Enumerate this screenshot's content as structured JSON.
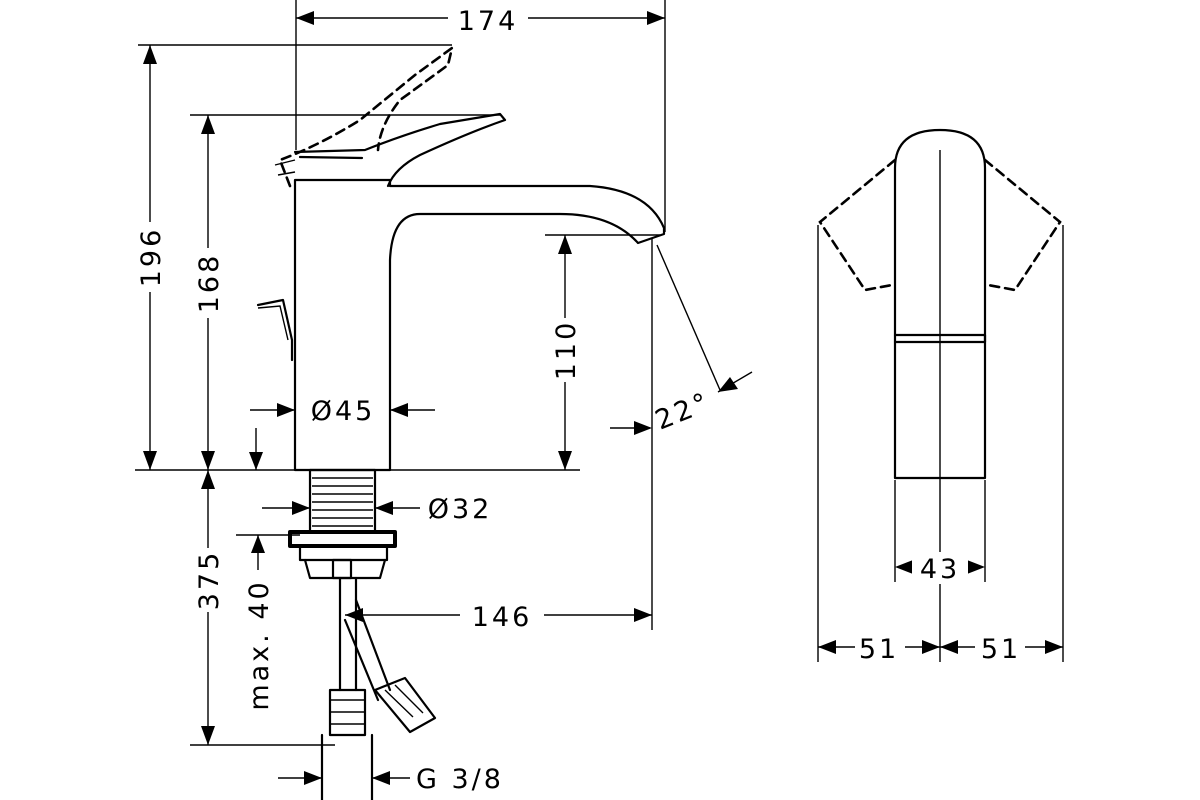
{
  "drawing": {
    "dimensions": {
      "overall_width": "174",
      "overall_height": "196",
      "lever_height": "168",
      "spout_height": "110",
      "spout_angle": "22°",
      "body_diameter": "Ø45",
      "shank_diameter": "Ø32",
      "below_deck": "375",
      "max_thickness": "max. 40",
      "reach": "146",
      "connection": "G 3/8",
      "side_width": "43",
      "swing_left": "51",
      "swing_right": "51"
    }
  }
}
